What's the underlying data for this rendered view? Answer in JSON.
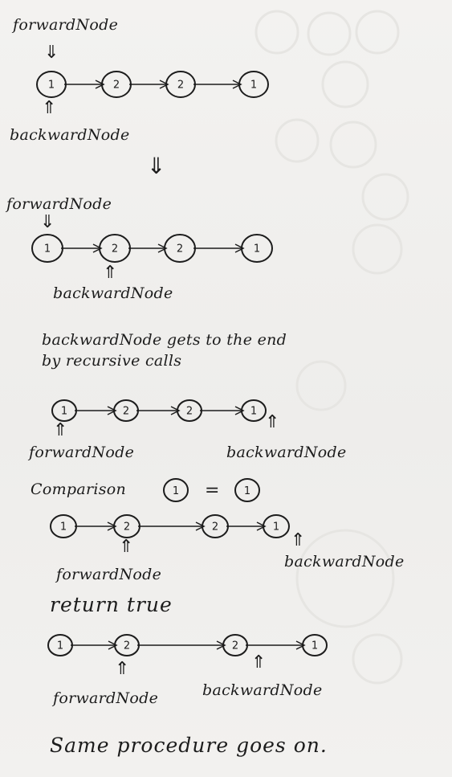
{
  "labels": {
    "forward": "forwardNode",
    "backward": "backwardNode"
  },
  "diagrams": [
    {
      "values": [
        "1",
        "2",
        "2",
        "1"
      ]
    },
    {
      "values": [
        "1",
        "2",
        "2",
        "1"
      ]
    },
    {
      "values": [
        "1",
        "2",
        "2",
        "1"
      ]
    },
    {
      "values": [
        "1",
        "2",
        "2",
        "1"
      ]
    },
    {
      "values": [
        "1",
        "2",
        "2",
        "1"
      ]
    }
  ],
  "transition_arrow": "⇓",
  "pointer_down": "⇓",
  "pointer_up": "⇑",
  "note_line1": "backwardNode gets to the end",
  "note_line2": "by recursive calls",
  "comparison": {
    "label": "Comparison",
    "left": "1",
    "equals": "=",
    "right": "1"
  },
  "return_text": "return true",
  "final_text": "Same procedure goes on."
}
